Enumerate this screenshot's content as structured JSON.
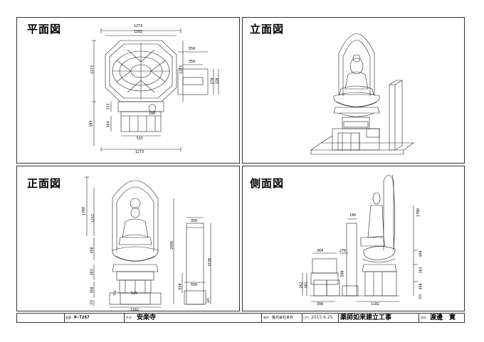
{
  "views": {
    "plan": "平面図",
    "elevation": "立面図",
    "front": "正面図",
    "side": "側面図"
  },
  "dims": {
    "plan_w1": "1273",
    "plan_w2": "1182",
    "plan_h_left": "1273",
    "plan_h_right": "1273",
    "plan_base_h": "333",
    "plan_base_low": "364",
    "plan_total_low": "509",
    "plan_base_w": "515",
    "plan_bottom_w": "1273",
    "plan_circle": "180",
    "plan_box_w1": "550",
    "plan_box_w2": "350",
    "plan_box_h1": "270",
    "plan_box_h2": "320",
    "front_1708": "1708",
    "front_1212": "1212",
    "front_450": "450",
    "front_383": "383",
    "front_450b": "450",
    "front_155": "155",
    "front_754": "754",
    "front_515": "515",
    "front_1182": "1182",
    "front_2999": "2999",
    "front_650": "650",
    "front_350": "350",
    "front_1630": "1630",
    "front_550": "550",
    "front_245": "245",
    "side_1708": "1708",
    "side_383": "383",
    "side_450": "450",
    "side_450b": "450",
    "side_155": "155",
    "side_190": "190",
    "side_364": "364",
    "side_270": "270",
    "side_262": "262",
    "side_1182": "1182",
    "side_308": "308",
    "side_301": "301",
    "side_500": "500"
  },
  "title_block": {
    "lbl_no": "図番",
    "drawing_no": "H-T267",
    "lbl_name": "件名",
    "temple": "安楽寺",
    "lbl_maker": "制作",
    "maker": "株式会社京石",
    "lbl_date": "日付",
    "date": "2015.6.25",
    "project": "薬師如来建立工事",
    "lbl_designer": "設計",
    "designer": "渡邊　寛"
  }
}
